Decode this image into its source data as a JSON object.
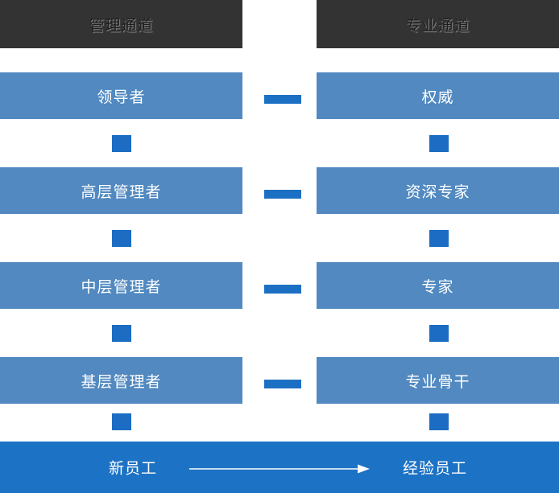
{
  "header": {
    "left": "管理通道",
    "right": "专业通道"
  },
  "ladder": {
    "left": [
      "领导者",
      "高层管理者",
      "中层管理者",
      "基层管理者"
    ],
    "right": [
      "权威",
      "资深专家",
      "专家",
      "专业骨干"
    ]
  },
  "bottom": {
    "left": "新员工",
    "right": "经验员工"
  },
  "icons": {
    "step_connector": "small blue square",
    "equivalence": "blue dash",
    "progression": "white right arrow"
  },
  "colors": {
    "header_bg": "#333333",
    "header_text": "#1E1E1E",
    "level_bar": "#5189C0",
    "level_text": "#FFFFFF",
    "accent_blue": "#1B6CC2",
    "dash_blue": "#1C70C4",
    "bottom_bar": "#1C72C4",
    "bottom_text": "#FFFFFF"
  }
}
